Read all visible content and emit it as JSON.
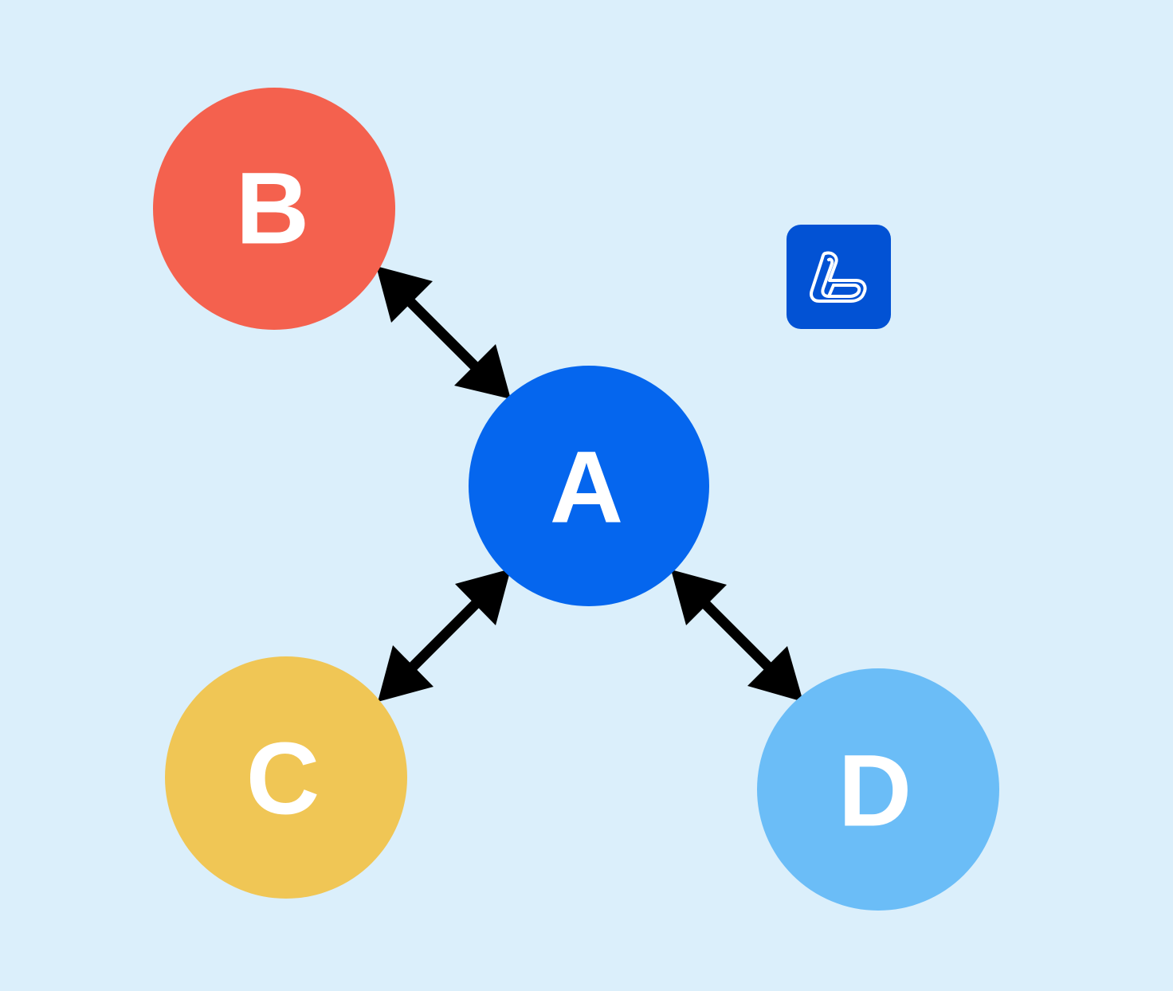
{
  "diagram": {
    "nodes": [
      {
        "id": "A",
        "label": "A",
        "color": "#0566ee"
      },
      {
        "id": "B",
        "label": "B",
        "color": "#f4614e"
      },
      {
        "id": "C",
        "label": "C",
        "color": "#f0c655"
      },
      {
        "id": "D",
        "label": "D",
        "color": "#6bbdf7"
      }
    ],
    "edges": [
      {
        "from": "A",
        "to": "B",
        "direction": "bidirectional"
      },
      {
        "from": "A",
        "to": "C",
        "direction": "bidirectional"
      },
      {
        "from": "A",
        "to": "D",
        "direction": "bidirectional"
      }
    ],
    "arrow_color": "#000000",
    "background": "#dbeffb"
  },
  "app_icon": {
    "name": "logo-icon",
    "color": "#0252d4"
  }
}
